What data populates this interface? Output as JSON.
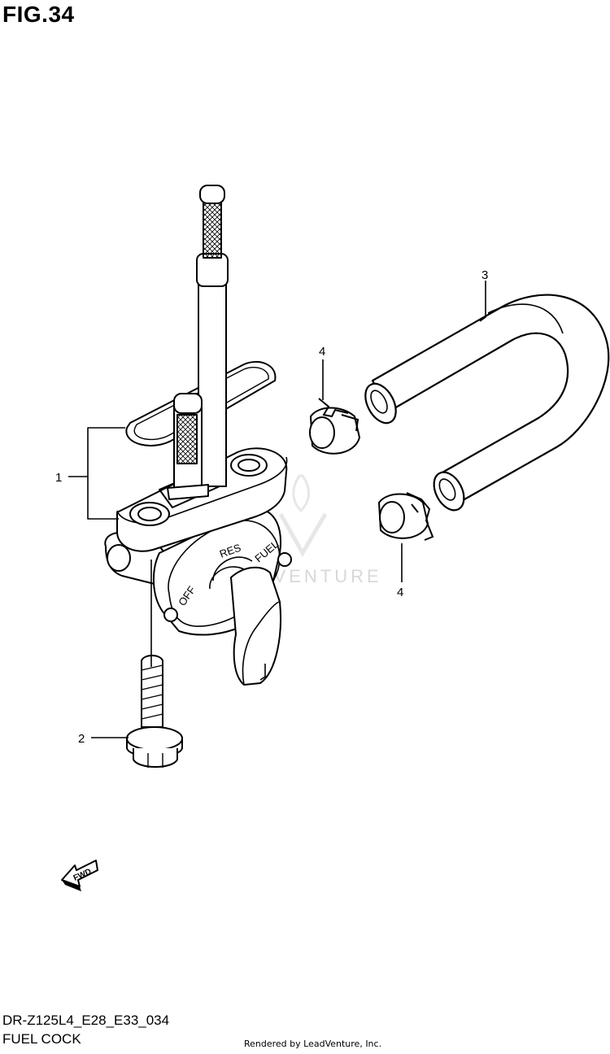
{
  "figure": {
    "title": "FIG.34",
    "model_code": "DR-Z125L4_E28_E33_034",
    "subtitle": "FUEL COCK",
    "credit": "Rendered by LeadVenture, Inc."
  },
  "callouts": [
    {
      "ref": "1",
      "part": "fuel-cock-assembly"
    },
    {
      "ref": "2",
      "part": "bolt"
    },
    {
      "ref": "3",
      "part": "fuel-hose"
    },
    {
      "ref": "4",
      "part": "hose-clip-upper"
    },
    {
      "ref": "4",
      "part": "hose-clip-lower"
    }
  ],
  "valve_labels": {
    "res": "RES",
    "fuel": "FUEL",
    "off": "OFF"
  },
  "fwd_label": "FWD",
  "watermark": "ADVENTURE"
}
